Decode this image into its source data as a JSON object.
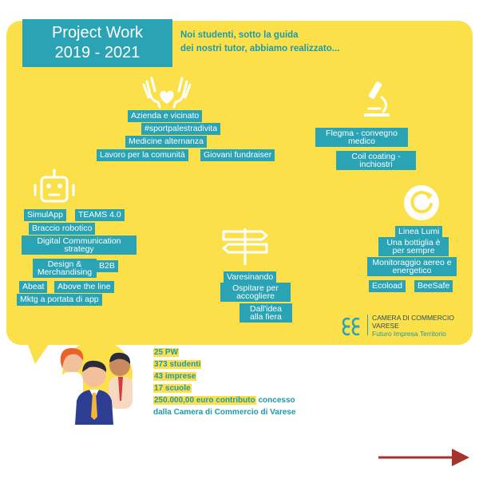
{
  "header": {
    "title_line1": "Project Work",
    "title_line2": "2019 - 2021",
    "intro_line1": "Noi studenti, sotto la guida",
    "intro_line2": "dei nostri tutor, abbiamo realizzato..."
  },
  "groups": {
    "social": {
      "icon": "hands-heart-icon",
      "tags": [
        "Azienda e vicinato",
        "#sportpalestradivita",
        "Medicine alternanza",
        "Lavoro per la comunità",
        "Giovani fundraiser"
      ]
    },
    "science": {
      "icon": "microscope-icon",
      "tags": [
        "Flegma - convegno medico",
        "Coil coating - inchiostri"
      ]
    },
    "tech": {
      "icon": "robot-icon",
      "tags": [
        "SimulApp",
        "TEAMS 4.0",
        "Braccio robotico",
        "Digital Communication strategy",
        "Design & Merchandising",
        "B2B",
        "Abeat",
        "Above the line",
        "Mktg a portata di app"
      ]
    },
    "territory": {
      "icon": "signpost-icon",
      "tags": [
        "Varesinando",
        "Ospitare per accogliere",
        "Dall'idea alla fiera"
      ]
    },
    "environment": {
      "icon": "recycle-icon",
      "tags": [
        "Linea Lumi",
        "Una bottiglia è per sempre",
        "Monitoraggio aereo e energetico",
        "Ecoload",
        "BeeSafe"
      ]
    }
  },
  "logo": {
    "line1": "CAMERA DI COMMERCIO",
    "line2": "VARESE",
    "line3": "Futuro Impresa Territorio"
  },
  "stats": {
    "pw": "25 PW",
    "students": "373 studenti",
    "companies": "43 imprese",
    "schools": "17 scuole",
    "contribution_highlight": "250.000,00 euro contributo",
    "contribution_rest": " concesso",
    "contribution_line2": "dalla Camera di Commercio di Varese"
  },
  "colors": {
    "yellow": "#fbe04a",
    "teal": "#2aa3b4",
    "arrow": "#a5352b"
  },
  "navigation": {
    "next_icon": "arrow-right-icon"
  }
}
